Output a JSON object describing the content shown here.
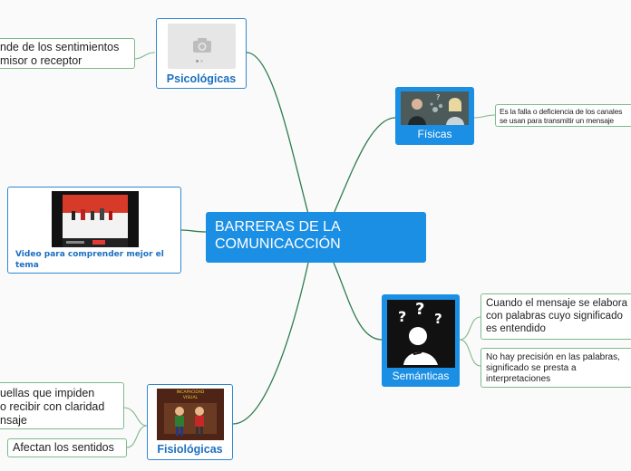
{
  "central": {
    "lines": [
      "BARRERAS DE LA",
      "COMUNICACCIÓN"
    ]
  },
  "psicologicas": {
    "label": "Psicológicas",
    "leaf": {
      "lines": [
        "nde de los sentimientos",
        "misor o receptor"
      ]
    }
  },
  "fisicas": {
    "label": "Físicas",
    "leaf": {
      "lines": [
        "Es la falla o deficiencia de los canales",
        "se usan para transmitir un mensaje"
      ]
    }
  },
  "video": {
    "lines": [
      "Video para comprender mejor el",
      "tema"
    ]
  },
  "semanticas": {
    "label": "Semánticas",
    "leaf1": {
      "lines": [
        "Cuando el mensaje se elabora",
        "con palabras cuyo significado",
        "es entendido"
      ]
    },
    "leaf2": {
      "lines": [
        "No hay precisión en las palabras,",
        "significado se presta a",
        "interpretaciones"
      ]
    }
  },
  "fisiologicas": {
    "label": "Fisiológicas",
    "image_text": [
      "INCAPACIDAD",
      "VISUAL"
    ],
    "leaf1": {
      "lines": [
        "uellas que impiden",
        "o  recibir con claridad",
        "nsaje"
      ]
    },
    "leaf2": {
      "text": "Afectan los sentidos"
    }
  },
  "colors": {
    "central": "#1b8fe3",
    "branch": "#2e7d4f",
    "accent_text": "#1c6fc0",
    "leaf_border": "#7fb98b"
  },
  "icons": [
    "camera-icon",
    "thinking-person-icon"
  ]
}
